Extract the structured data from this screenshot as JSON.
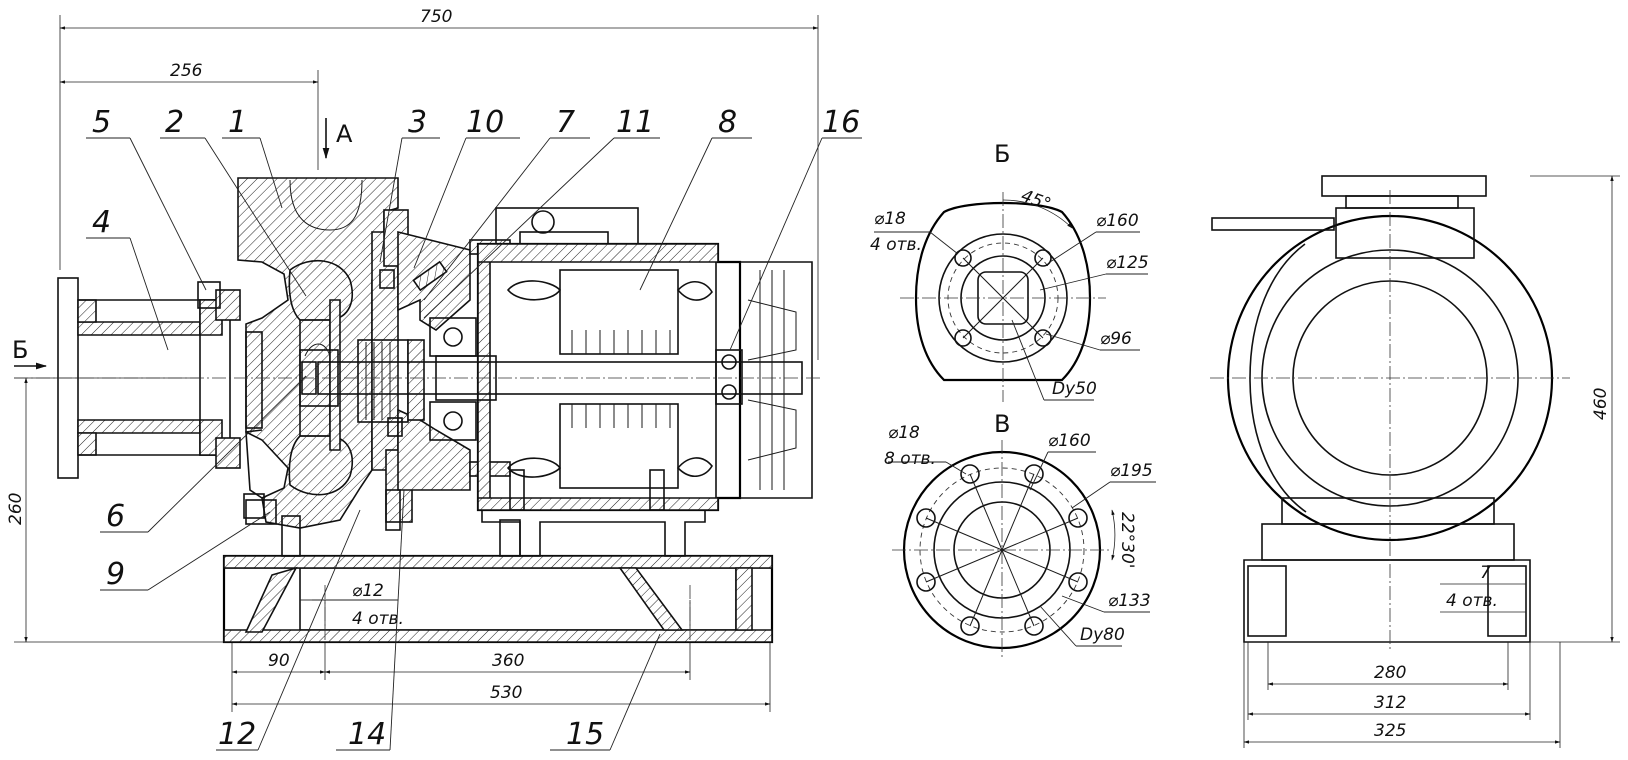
{
  "dimensions": {
    "overall_length": "750",
    "flange_offset": "256",
    "shaft_height": "260",
    "base_offset": "90",
    "bolt_spacing": "360",
    "base_length": "530",
    "overall_height": "460",
    "base_bolt_spacing": "280",
    "base_width_inner": "312",
    "base_width_outer": "325",
    "foot_hole_dia": "⌀12",
    "foot_hole_count": "4 отв.",
    "end_hole_size": "7",
    "end_hole_count": "4 отв."
  },
  "views": {
    "arrow_a": "A",
    "arrow_b": "Б",
    "view_b_title": "Б",
    "view_v_title": "В"
  },
  "view_b": {
    "angle": "45°",
    "hole_dia": "⌀18",
    "hole_count": "4 отв.",
    "d1": "⌀160",
    "d2": "⌀125",
    "d3": "⌀96",
    "dn": "Dy50"
  },
  "view_v": {
    "hole_dia": "⌀18",
    "hole_count": "8 отв.",
    "d1": "⌀160",
    "d2": "⌀195",
    "angle": "22°30'",
    "d3": "⌀133",
    "dn": "Dy80"
  },
  "callouts": [
    "5",
    "2",
    "1",
    "3",
    "10",
    "7",
    "11",
    "8",
    "16",
    "4",
    "6",
    "9",
    "12",
    "14",
    "15"
  ]
}
